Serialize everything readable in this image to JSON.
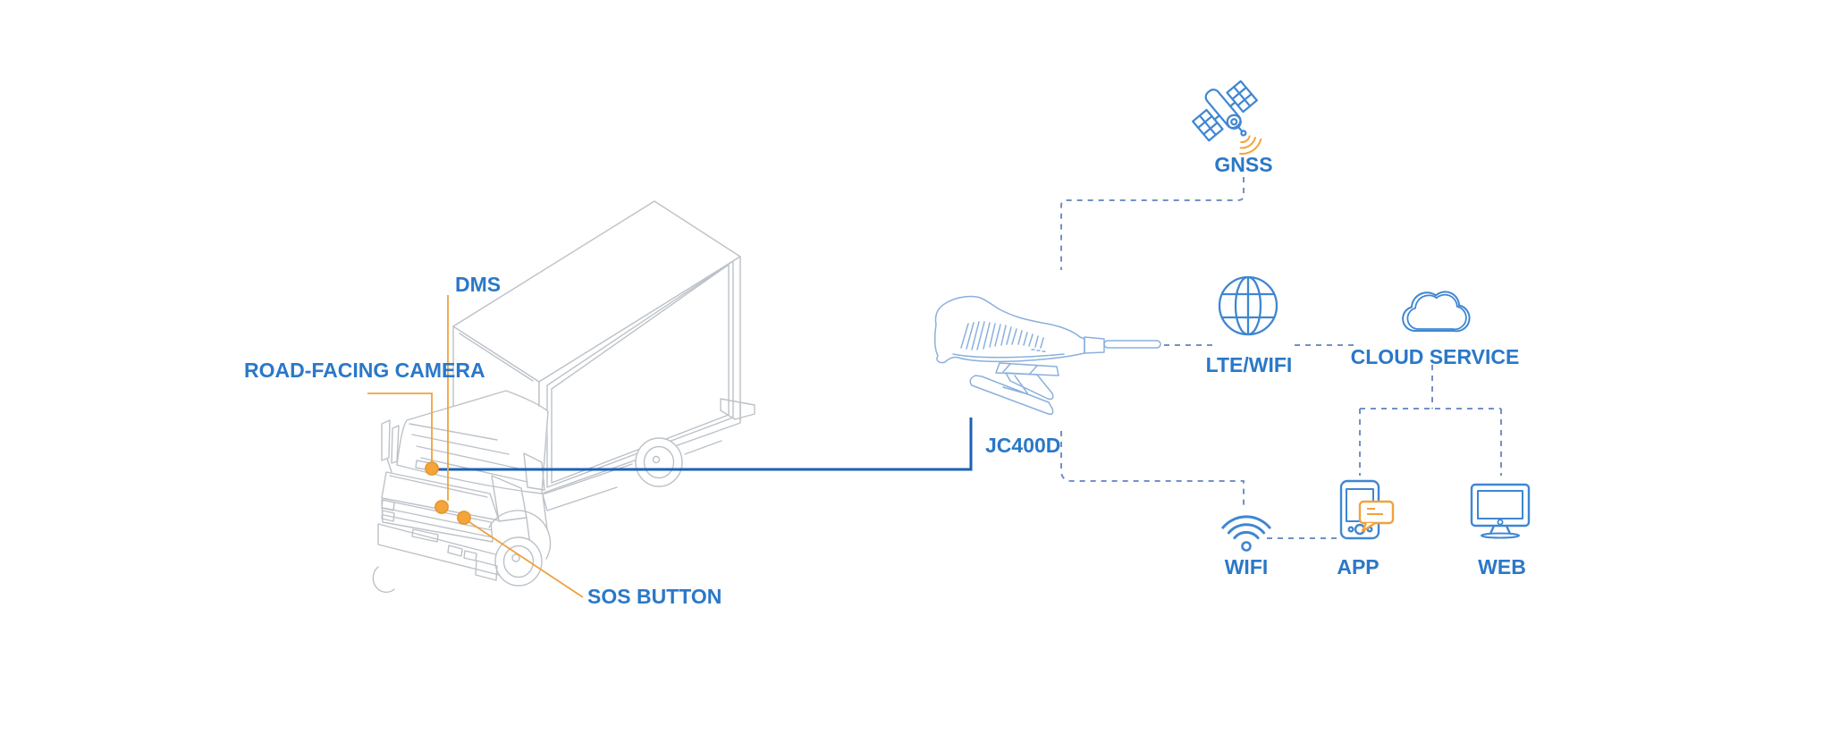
{
  "diagram": {
    "type": "system-connectivity-diagram",
    "vehicle": {
      "labels": [
        {
          "id": "dms",
          "text": "DMS"
        },
        {
          "id": "road_facing_camera",
          "text": "ROAD-FACING CAMERA"
        },
        {
          "id": "sos_button",
          "text": "SOS BUTTON"
        }
      ]
    },
    "device": {
      "label": "JC400D"
    },
    "nodes": [
      {
        "id": "gnss",
        "label": "GNSS",
        "icon": "satellite-icon"
      },
      {
        "id": "lte_wifi",
        "label": "LTE/WIFI",
        "icon": "globe-icon"
      },
      {
        "id": "cloud_service",
        "label": "CLOUD SERVICE",
        "icon": "cloud-icon"
      },
      {
        "id": "wifi",
        "label": "WIFI",
        "icon": "wifi-icon"
      },
      {
        "id": "app",
        "label": "APP",
        "icon": "phone-icon"
      },
      {
        "id": "web",
        "label": "WEB",
        "icon": "monitor-icon"
      }
    ],
    "connections": [
      {
        "from": "ROAD-FACING CAMERA",
        "to": "JC400D",
        "style": "solid"
      },
      {
        "from": "JC400D",
        "to": "GNSS",
        "style": "dashed"
      },
      {
        "from": "JC400D",
        "to": "LTE/WIFI",
        "style": "dashed"
      },
      {
        "from": "LTE/WIFI",
        "to": "CLOUD SERVICE",
        "style": "dashed"
      },
      {
        "from": "CLOUD SERVICE",
        "to": "APP",
        "style": "dashed"
      },
      {
        "from": "CLOUD SERVICE",
        "to": "WEB",
        "style": "dashed"
      },
      {
        "from": "JC400D",
        "to": "WIFI",
        "style": "dashed"
      },
      {
        "from": "WIFI",
        "to": "APP",
        "style": "dashed"
      }
    ],
    "colors": {
      "label_blue": "#2a78c8",
      "solid_line_blue": "#1c60b7",
      "dashed_line_blue": "#7191c4",
      "icon_blue": "#3f86d2",
      "device_line_blue": "#8ab0dd",
      "accent_orange": "#f3a53c",
      "truck_line_gray": "#bcc2c8"
    }
  }
}
